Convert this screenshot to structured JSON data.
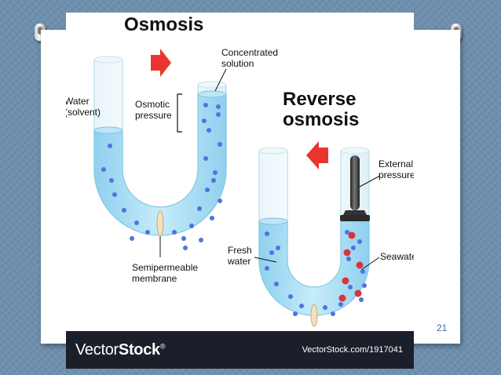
{
  "slide": {
    "page_number": "21"
  },
  "osmosis": {
    "title": "Osmosis",
    "labels": {
      "water": "Water\n(solvent)",
      "concentrated": "Concentrated\nsolution",
      "osmotic_pressure": "Osmotic\npressure",
      "membrane": "Semipermeable\nmembrane"
    }
  },
  "reverse_osmosis": {
    "title": "Reverse\nosmosis",
    "labels": {
      "external_pressure": "External\npressure",
      "fresh_water": "Fresh\nwater",
      "seawater": "Seawater"
    }
  },
  "footer": {
    "logo_vector": "Vector",
    "logo_stock": "Stock",
    "logo_mark": "®",
    "url": "VectorStock.com/1917041"
  },
  "colors": {
    "water": "#a6dcf2",
    "water_edge": "#7cc6e6",
    "molecule": "#4f74e0",
    "salt": "#d8343c",
    "arrow": "#e8362e",
    "membrane": "#f2e1bc",
    "footer": "#1b1f2a"
  }
}
